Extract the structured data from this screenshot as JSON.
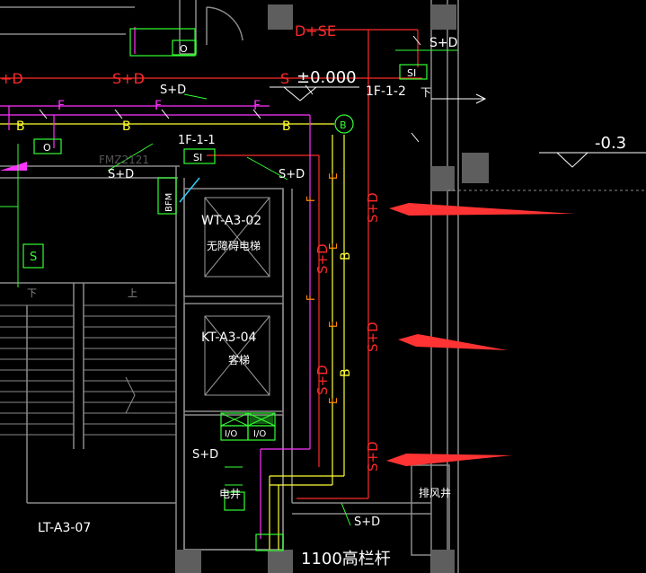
{
  "colors": {
    "background": "#000000",
    "red": "#ff2a2a",
    "yellow": "#ffff33",
    "magenta": "#ff33ff",
    "green": "#33ff33",
    "white": "#ffffff",
    "wall": "#8a8a8a",
    "column": "#5e5e5e",
    "cyan": "#33ccff",
    "arrow": "#ff3333"
  },
  "labels": {
    "sd_top": "D+SE",
    "sd_top_right": "S+D",
    "sd_left": "+D",
    "sd_mid": "S+D",
    "sd_mid_letter": "S",
    "elevation_zero": "±0.000",
    "floor_1f_1_2": "1F-1-2",
    "down_arrow_label": "下",
    "elevation_neg": "-0.3",
    "sd_row2": "S+D",
    "f_labels": [
      "F",
      "F",
      "F"
    ],
    "b_labels": [
      "B",
      "B",
      "B"
    ],
    "circle_b": "B",
    "floor_1f_1_1": "1F-1-1",
    "si_label": "SI",
    "si_label_2": "SI",
    "o_label": "O",
    "o_label_2": "O",
    "fmz": "FMZ2121",
    "sd_left2": "S+D",
    "sd_center2": "S+D",
    "bfm": "BFM",
    "elevator_1_code": "WT-A3-02",
    "elevator_1_name": "无障碍电梯",
    "elevator_2_code": "KT-A3-04",
    "elevator_2_name": "客梯",
    "vertical_sd": [
      "S+D",
      "S+D",
      "S+D"
    ],
    "vertical_sd_inner": [
      "S+D",
      "S+D"
    ],
    "vertical_b": [
      "B",
      "B"
    ],
    "vertical_e": [
      "E",
      "E",
      "E",
      "E"
    ],
    "vertical_f": [
      "F",
      "F"
    ],
    "io_label": "I/O",
    "io_label_2": "I/O",
    "sd_shaft": "S+D",
    "electric_shaft": "电井",
    "stair_down": "下",
    "stair_up": "上",
    "stair_code": "LT-A3-07",
    "exhaust_shaft": "排风井",
    "sd_bottom": "S+D",
    "railing": "1100高栏杆",
    "s_box": "S"
  }
}
